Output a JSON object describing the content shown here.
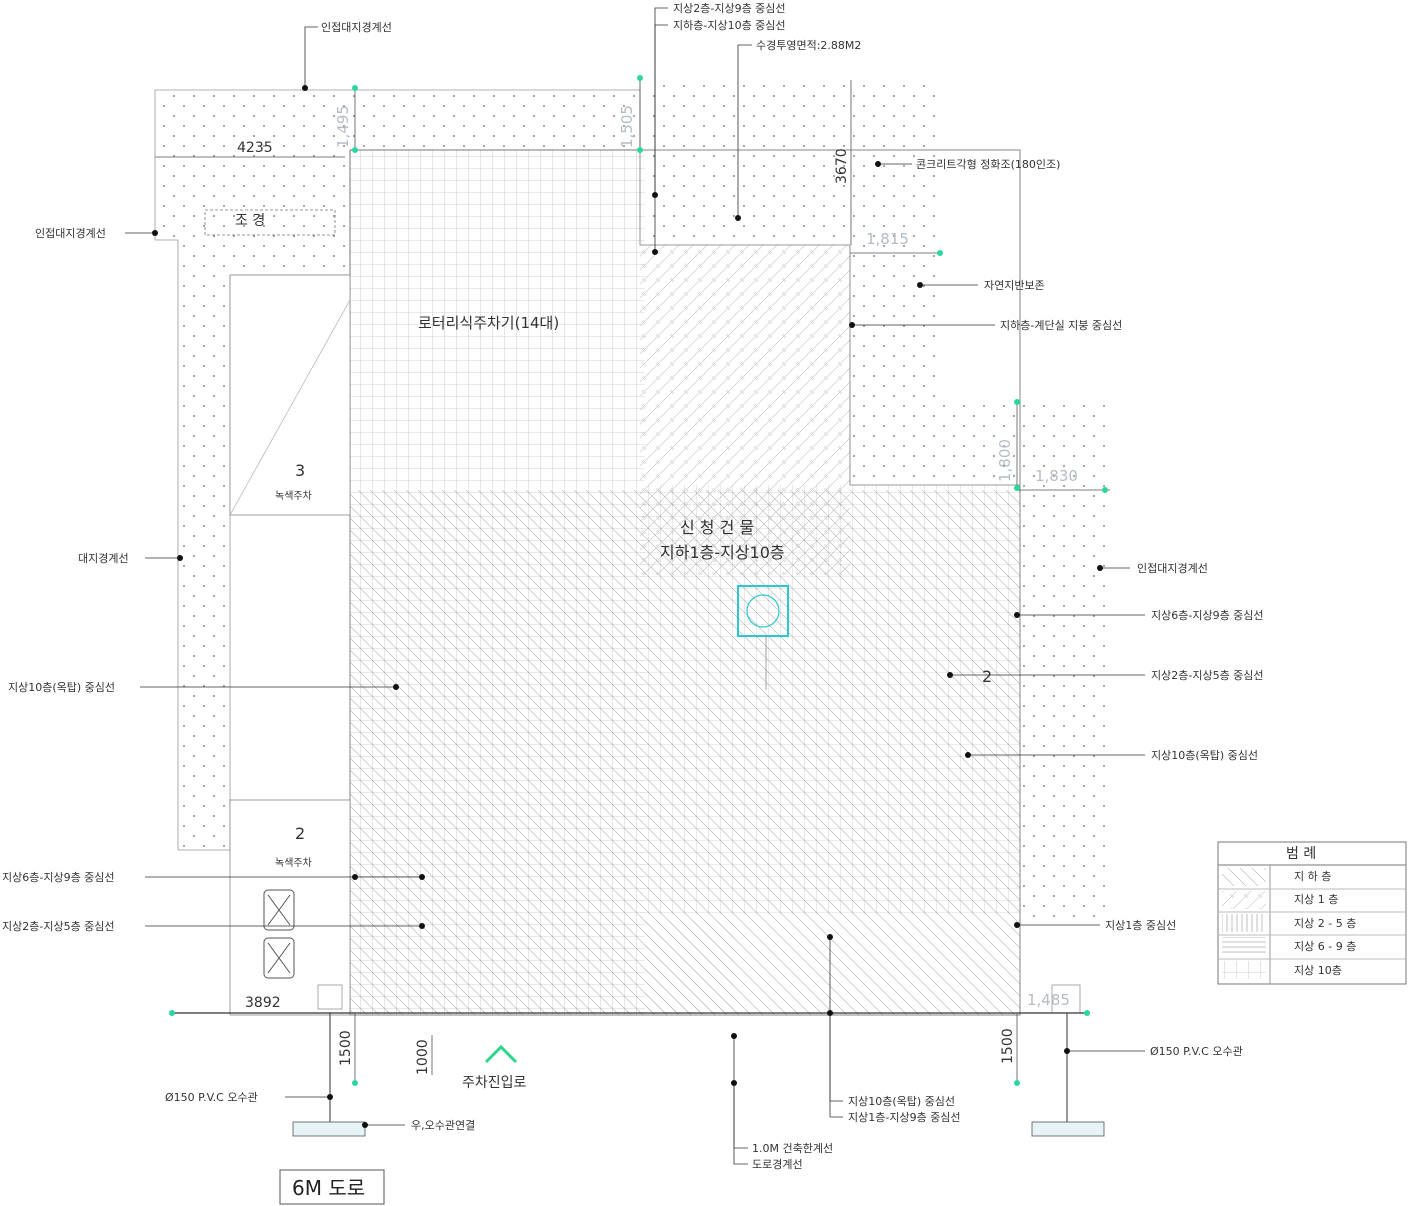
{
  "callouts": {
    "adj_boundary_top": "인접대지경계선",
    "adj_boundary_left": "인접대지경계선",
    "site_boundary": "대지경계선",
    "adj_boundary_right": "인접대지경계선",
    "c_2f9f": "지상2층-지상9층 중심선",
    "c_b1_10f": "지하층-지상10층 중심선",
    "water_area": "수경투영면적:2.88M2",
    "septic": "콘크리트각형 정화조(180인조)",
    "natural_ground": "자연지반보존",
    "stair_core": "지하층-계단실 지붕 중심선",
    "c_6f9f_right": "지상6층-지상9층 중심선",
    "c_2f5f_right": "지상2층-지상5층 중심선",
    "c_10f_right": "지상10층(옥탑) 중심선",
    "c_1f_right": "지상1층 중심선",
    "c_10f_left": "지상10층(옥탑) 중심선",
    "c_6f9f_left": "지상6층-지상9층 중심선",
    "c_2f5f_left": "지상2층-지상5층 중심선",
    "pvc_left": "Ø150 P.V.C 오수관",
    "pvc_right": "Ø150 P.V.C 오수관",
    "sewer": "우,오수관연결",
    "c_10f_bottom": "지상10층(옥탑) 중심선",
    "c_1f9f_bottom": "지상1층-지상9층 중심선",
    "setback": "1.0M 건축한계선",
    "road_boundary": "도로경계선"
  },
  "dimensions": {
    "d4235": "4235",
    "d1495": "1,495",
    "d1505": "1,505",
    "d3670": "3670",
    "d1815": "1,815",
    "d1800": "1,800",
    "d1830": "1,830",
    "d3892": "3892",
    "d1485": "1,485",
    "d1500_left": "1500",
    "d1000": "1000",
    "d1500_right": "1500"
  },
  "zones": {
    "landscape": "조 경",
    "parking": "로터리식주차기(14대)",
    "building_name": "신 청 건 물",
    "building_floors": "지하1층-지상10층",
    "green3_num": "3",
    "green3_label": "녹색주차",
    "green2_num": "2",
    "green2_label": "녹색주차",
    "right_num": "2",
    "entrance": "주차진입로"
  },
  "legend": {
    "title": "범 례",
    "items": [
      "지 하 층",
      "지상 1 층",
      "지상 2 - 5 층",
      "지상 6 - 9 층",
      "지상 10층"
    ]
  },
  "road_label": "6M 도로",
  "colors": {
    "line": "#333333",
    "hatch": "#b8b8b8",
    "dim_marker": "#2bd6a0",
    "water_feature": "#29c8d2",
    "dots": "#8a8a8a"
  }
}
